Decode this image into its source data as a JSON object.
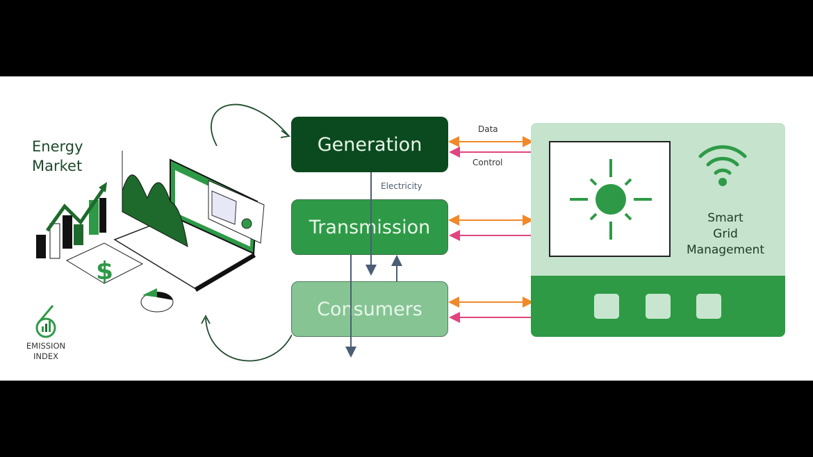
{
  "market": {
    "title_line1": "Energy",
    "title_line2": "Market"
  },
  "logo": {
    "line1": "EMISSION",
    "line2": "INDEX"
  },
  "nodes": {
    "generation": "Generation",
    "transmission": "Transmission",
    "consumers": "Consumers"
  },
  "labels": {
    "data": "Data",
    "control": "Control",
    "electricity": "Electricity"
  },
  "smart_grid": {
    "line1": "Smart",
    "line2": "Grid",
    "line3": "Management"
  },
  "colors": {
    "generation": "#0b4a1f",
    "transmission": "#2e9a47",
    "consumers": "#86c494",
    "data_arrow": "#f0892a",
    "control_arrow": "#e0457f",
    "panel": "#c5e3cd",
    "panel_band": "#2e9a45"
  }
}
